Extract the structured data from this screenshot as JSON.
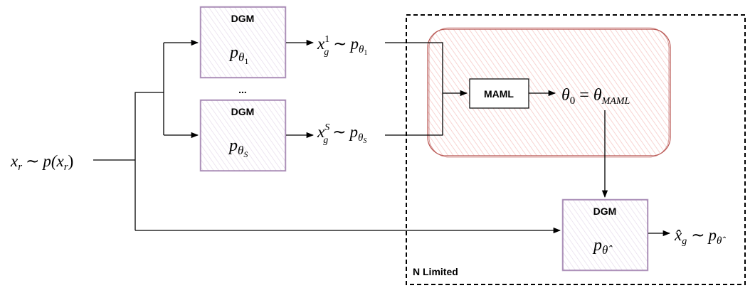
{
  "input": {
    "var": "x",
    "sub": "r",
    "dist": "p(x",
    "dist_sub": "r",
    "dist_close": ")"
  },
  "dgm1": {
    "title": "DGM",
    "p": "p",
    "theta": "θ",
    "sub": "1"
  },
  "dgm_ellipsis": "...",
  "dgm2": {
    "title": "DGM",
    "p": "p",
    "theta": "θ",
    "sub": "S"
  },
  "out1": {
    "x": "x",
    "sup": "1",
    "sub": "g",
    "p": "p",
    "theta": "θ",
    "psub": "1"
  },
  "out2": {
    "x": "x",
    "sup": "S",
    "sub": "g",
    "p": "p",
    "theta": "θ",
    "psub": "S"
  },
  "maml": {
    "label": "MAML"
  },
  "theta_eq": {
    "lhs": "θ",
    "lhs_sub": "0",
    "eq": "=",
    "rhs": "θ",
    "rhs_sub": "MAML"
  },
  "dgm3": {
    "title": "DGM",
    "p": "p",
    "theta": "θ̂"
  },
  "final_out": {
    "x": "x̂",
    "sub": "g",
    "p": "p",
    "theta": "θ̂"
  },
  "region": {
    "label": "N Limited"
  },
  "colors": {
    "dgm_border": "#9673a6",
    "dgm_hatch": "#e1d5e7",
    "red_border": "#b85450",
    "red_hatch": "#f8cecc"
  }
}
